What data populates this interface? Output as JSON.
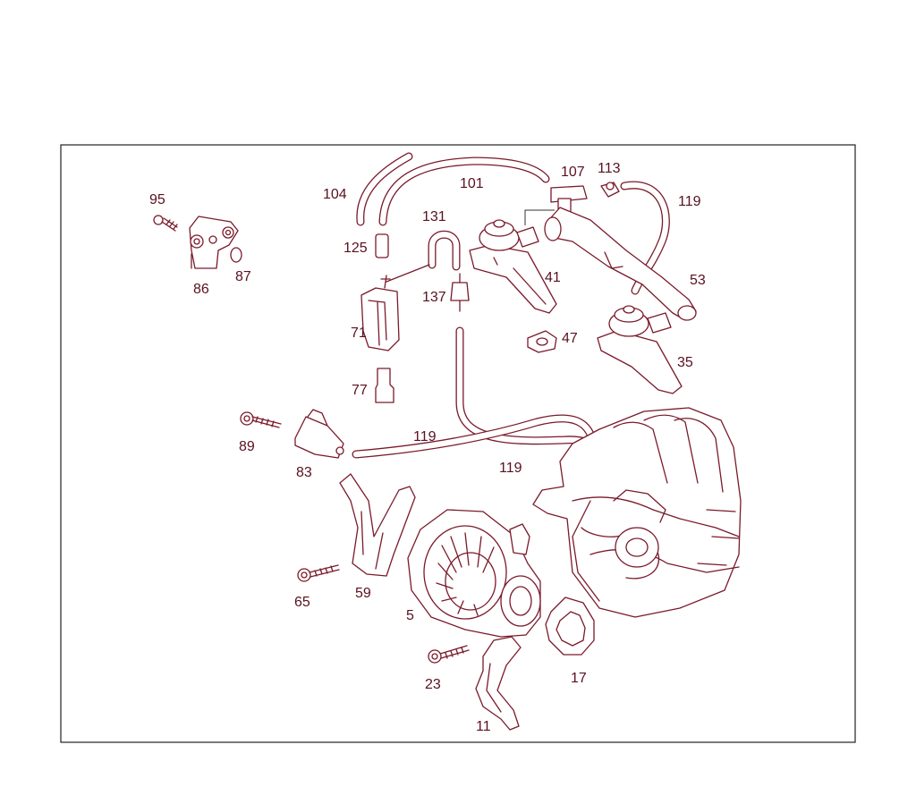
{
  "diagram": {
    "labels": {
      "p95": "95",
      "p86": "86",
      "p87": "87",
      "p104": "104",
      "p101": "101",
      "p107": "107",
      "p113": "113",
      "p119a": "119",
      "p125": "125",
      "p131": "131",
      "p41": "41",
      "p53": "53",
      "p71": "71",
      "p137": "137",
      "p47": "47",
      "p35": "35",
      "p77": "77",
      "p89": "89",
      "p119b": "119",
      "p83": "83",
      "p119c": "119",
      "p59": "59",
      "p65": "65",
      "p5": "5",
      "p17": "17",
      "p23": "23",
      "p11": "11"
    }
  },
  "colors": {
    "line": "#7a1a2a",
    "frame": "#222222",
    "label": "#5a1020"
  }
}
